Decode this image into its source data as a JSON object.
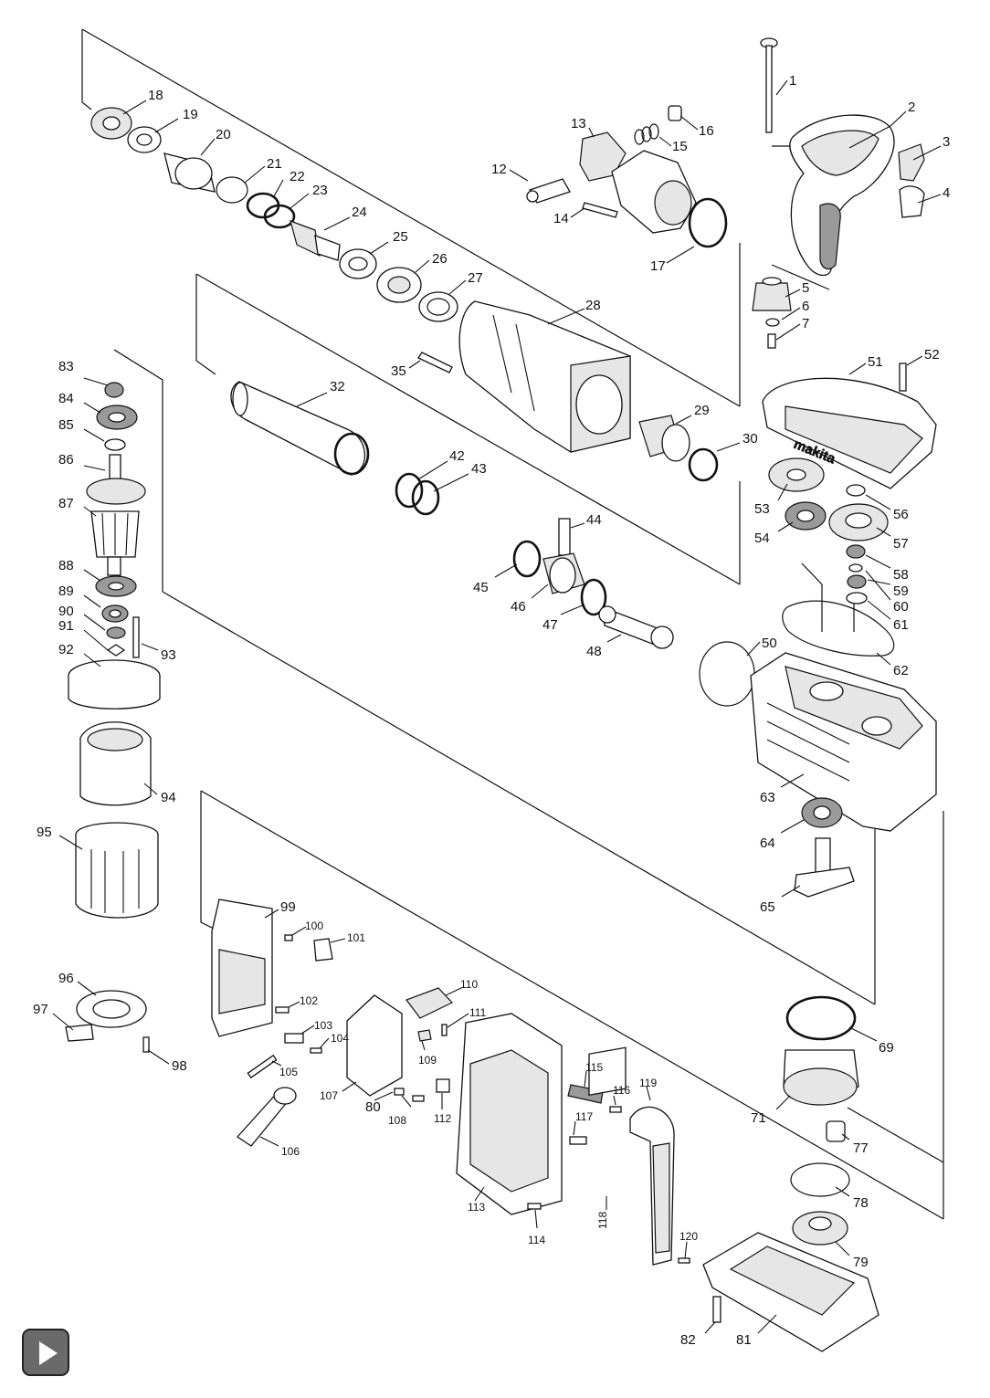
{
  "diagram": {
    "labels": [
      "1",
      "2",
      "3",
      "4",
      "5",
      "6",
      "7",
      "12",
      "13",
      "14",
      "15",
      "16",
      "17",
      "18",
      "19",
      "20",
      "21",
      "22",
      "23",
      "24",
      "25",
      "26",
      "27",
      "28",
      "29",
      "30",
      "32",
      "35",
      "42",
      "43",
      "44",
      "45",
      "46",
      "47",
      "48",
      "50",
      "51",
      "52",
      "53",
      "54",
      "56",
      "57",
      "58",
      "59",
      "60",
      "61",
      "62",
      "63",
      "64",
      "65",
      "69",
      "71",
      "77",
      "78",
      "79",
      "80",
      "81",
      "82",
      "83",
      "84",
      "85",
      "86",
      "87",
      "88",
      "89",
      "90",
      "91",
      "92",
      "93",
      "94",
      "95",
      "96",
      "97",
      "98",
      "99",
      "100",
      "101",
      "102",
      "103",
      "104",
      "105",
      "106",
      "107",
      "108",
      "109",
      "110",
      "111",
      "112",
      "113",
      "114",
      "115",
      "116",
      "117",
      "118",
      "119",
      "120"
    ],
    "brand_text": "makita"
  },
  "controls": {
    "play_button_icon": "play-icon"
  }
}
